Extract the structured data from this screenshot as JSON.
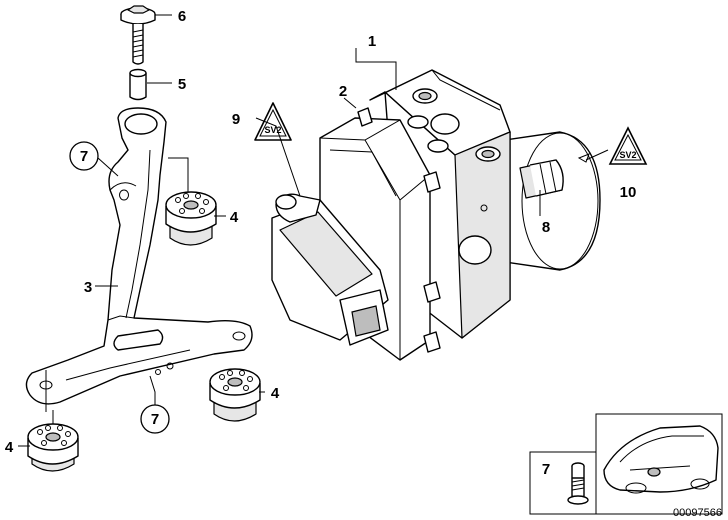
{
  "callouts": {
    "c1": "1",
    "c2": "2",
    "c3": "3",
    "c4a": "4",
    "c4b": "4",
    "c4c": "4",
    "c5": "5",
    "c6": "6",
    "c7a": "7",
    "c7b": "7",
    "c7c": "7",
    "c8": "8",
    "c9": "9",
    "c10": "10"
  },
  "reference_number": "00097566"
}
